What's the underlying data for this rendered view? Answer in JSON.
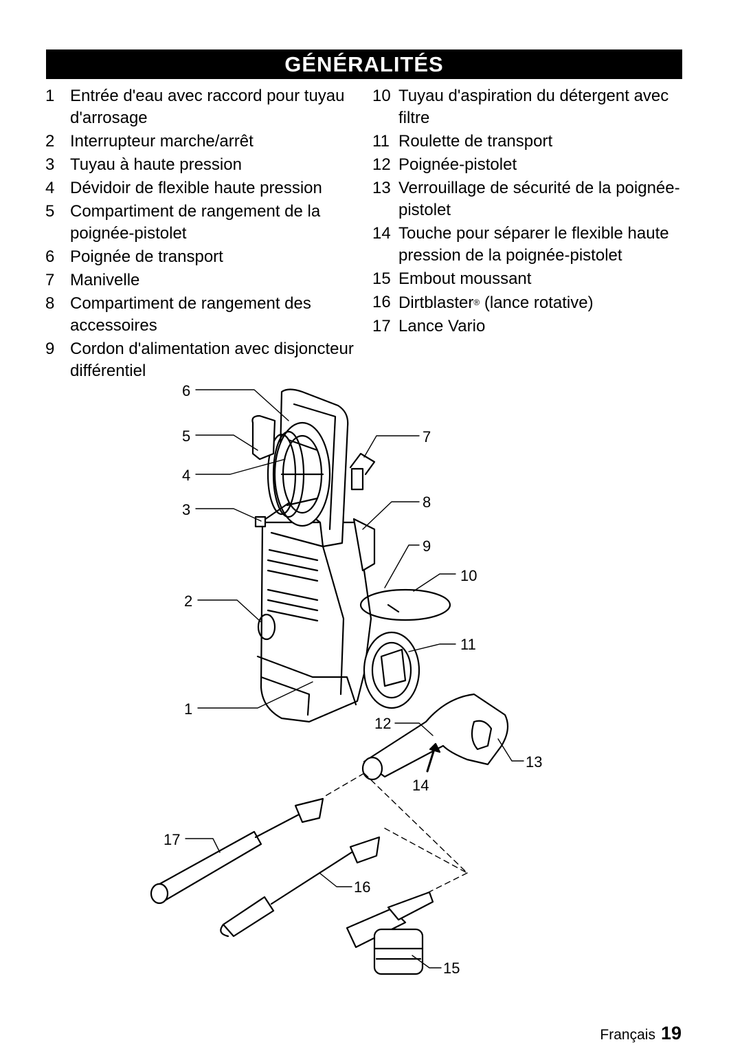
{
  "header": {
    "title": "GÉNÉRALITÉS"
  },
  "legend_left": [
    {
      "num": "1",
      "text": "Entrée d'eau avec raccord pour tuyau d'arrosage"
    },
    {
      "num": "2",
      "text": "Interrupteur marche/arrêt"
    },
    {
      "num": "3",
      "text": "Tuyau à haute pression"
    },
    {
      "num": "4",
      "text": "Dévidoir de flexible haute pression"
    },
    {
      "num": "5",
      "text": "Compartiment de rangement de la poignée-pistolet"
    },
    {
      "num": "6",
      "text": "Poignée de transport"
    },
    {
      "num": "7",
      "text": "Manivelle"
    },
    {
      "num": "8",
      "text": "Compartiment de rangement des accessoires"
    },
    {
      "num": "9",
      "text": "Cordon d'alimentation avec disjoncteur différentiel"
    }
  ],
  "legend_right": [
    {
      "num": "10",
      "text": "Tuyau d'aspiration du détergent avec filtre"
    },
    {
      "num": "11",
      "text": "Roulette de transport"
    },
    {
      "num": "12",
      "text": "Poignée-pistolet"
    },
    {
      "num": "13",
      "text": "Verrouillage de sécurité de la poignée-pistolet"
    },
    {
      "num": "14",
      "text": "Touche pour séparer le flexible haute pression de la poignée-pistolet"
    },
    {
      "num": "15",
      "text": "Embout moussant"
    },
    {
      "num": "16",
      "text": "Dirtblaster",
      "suffix": " (lance rotative)",
      "mark": "®"
    },
    {
      "num": "17",
      "text": "Lance Vario"
    }
  ],
  "diagram_callouts": [
    "1",
    "2",
    "3",
    "4",
    "5",
    "6",
    "7",
    "8",
    "9",
    "10",
    "11",
    "12",
    "13",
    "14",
    "15",
    "16",
    "17"
  ],
  "footer": {
    "language": "Français",
    "page": "19"
  }
}
